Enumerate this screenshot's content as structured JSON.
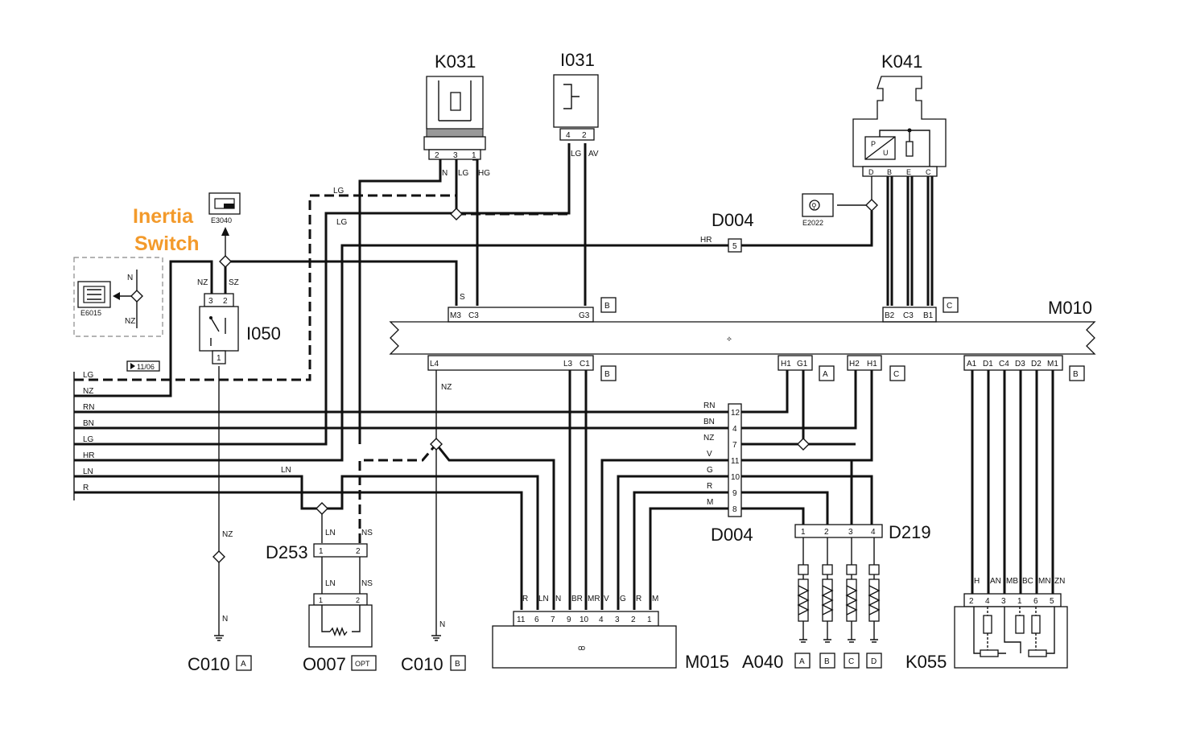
{
  "highlight": {
    "line1": "Inertia",
    "line2": "Switch",
    "color": "#f39a2b"
  },
  "components": {
    "K031": {
      "label": "K031",
      "pins": [
        "2",
        "3",
        "1"
      ],
      "wires": [
        "N",
        "LG",
        "HG"
      ]
    },
    "I031": {
      "label": "I031",
      "pins": [
        "4",
        "2"
      ],
      "wires": [
        "LG",
        "AV"
      ]
    },
    "K041": {
      "label": "K041",
      "pins": [
        "D",
        "B",
        "E",
        "C"
      ],
      "inner": [
        "P",
        "U"
      ]
    },
    "E3040": {
      "label": "E3040"
    },
    "E2022": {
      "label": "E2022"
    },
    "E6015": {
      "label": "E6015",
      "wires": [
        "N",
        "NZ"
      ]
    },
    "I050": {
      "label": "I050",
      "pins": [
        "3",
        "2",
        "1"
      ],
      "wires": [
        "NZ",
        "SZ"
      ]
    },
    "D004_top": {
      "label": "D004",
      "pin": "5",
      "wire": "HR"
    },
    "M010": {
      "label": "M010",
      "top_pins": [
        "M3",
        "C3",
        "G3"
      ],
      "top_connector": "B",
      "top_wire": "S",
      "top_right_pins": [
        "B2",
        "C3",
        "B1"
      ],
      "top_right_connector": "C",
      "bottom_pins_1": [
        "L4",
        "L3",
        "C1"
      ],
      "bottom_connector_1": "B",
      "bottom_pins_2": [
        "H1",
        "G1"
      ],
      "bottom_connector_2": "A",
      "bottom_pins_3": [
        "H2",
        "H1"
      ],
      "bottom_connector_3": "C",
      "bottom_pins_4": [
        "A1",
        "D1",
        "C4",
        "D3",
        "D2",
        "M1"
      ],
      "bottom_connector_4": "B"
    },
    "page_ref": "11/06",
    "left_wires": [
      "LG",
      "NZ",
      "RN",
      "BN",
      "LG",
      "HR",
      "LN",
      "R"
    ],
    "D004_main": {
      "label": "D004",
      "pins": [
        "12",
        "4",
        "7",
        "11",
        "10",
        "9",
        "8"
      ],
      "wires": [
        "RN",
        "BN",
        "NZ",
        "V",
        "G",
        "R",
        "M"
      ]
    },
    "D219": {
      "label": "D219",
      "pins": [
        "1",
        "2",
        "3",
        "4"
      ]
    },
    "D253": {
      "label": "D253",
      "pins": [
        "1",
        "2"
      ],
      "wires_top": [
        "LN",
        "NS"
      ],
      "wires_bottom": [
        "LN",
        "NS"
      ]
    },
    "O007": {
      "label": "O007",
      "badge": "OPT",
      "pins": [
        "1",
        "2"
      ]
    },
    "M015": {
      "label": "M015",
      "pins": [
        "11",
        "6",
        "7",
        "9",
        "10",
        "4",
        "3",
        "2",
        "1"
      ],
      "wires": [
        "R",
        "LN",
        "N",
        "BR",
        "MR",
        "V",
        "G",
        "R",
        "M"
      ]
    },
    "C010A": {
      "label": "C010",
      "badge": "A",
      "wire_top": "NZ",
      "wire_bottom": "N"
    },
    "C010B": {
      "label": "C010",
      "badge": "B",
      "wire_top": "NZ",
      "wire_bottom": "N"
    },
    "A040": {
      "label": "A040",
      "badges": [
        "A",
        "B",
        "C",
        "D"
      ]
    },
    "K055": {
      "label": "K055",
      "pins": [
        "2",
        "4",
        "3",
        "1",
        "6",
        "5"
      ],
      "wires": [
        "H",
        "AN",
        "MB",
        "BC",
        "MN",
        "ZN"
      ]
    },
    "wire_labels": {
      "LG1": "LG",
      "LG2": "LG",
      "LN": "LN"
    }
  }
}
